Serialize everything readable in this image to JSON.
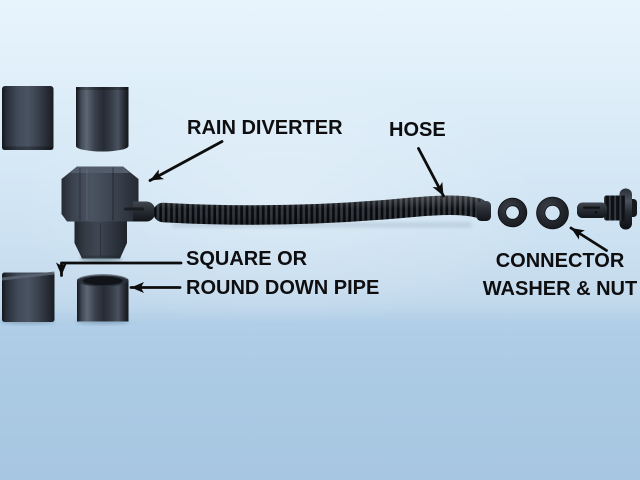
{
  "figure": {
    "kind": "labeled-parts-diagram",
    "subject": "rain diverter kit exploded parts layout"
  },
  "labels": {
    "rain_diverter": "RAIN DIVERTER",
    "hose": "HOSE",
    "downpipe_line1": "SQUARE OR",
    "downpipe_line2": "ROUND DOWN PIPE",
    "connector_line1": "CONNECTOR",
    "connector_line2": "WASHER & NUT"
  },
  "parts": [
    "upper-square-downpipe",
    "upper-round-downpipe",
    "rain-diverter-body",
    "diverter-outlet-spout",
    "corrugated-hose",
    "washer-1",
    "washer-2",
    "hose-connector",
    "lower-square-downpipe",
    "lower-round-downpipe"
  ],
  "palette": {
    "background_top": "#e8f4fc",
    "background_upper": "#d7e9f6",
    "background_lower_band": "#aecde6",
    "background_bottom": "#a7c6e1",
    "label_ink": "#0e0e10",
    "arrow_ink": "#0d0d0d",
    "plastic_dark": "#14171c",
    "plastic_mid": "#3c4450",
    "plastic_highlight": "#5d6673",
    "hose_rib_dark": "#0a0b0e",
    "hose_rib_light": "#33383f"
  }
}
